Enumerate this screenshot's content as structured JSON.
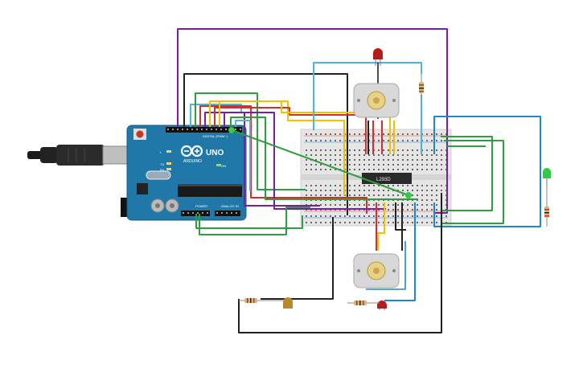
{
  "board": {
    "logo": "ARDUINO",
    "model": "UNO",
    "label_digital": "DIGITAL (PWM~)",
    "label_power": "POWER",
    "label_analog": "ANALOG IN",
    "label_tx": "TX",
    "label_rx": "RX",
    "label_l": "L",
    "label_on": "ON"
  },
  "chip": {
    "label": "L293D"
  },
  "colors": {
    "purple": "#7b1fa2",
    "black": "#222222",
    "red": "#d32f2f",
    "yellow": "#f2c200",
    "green": "#2e9e3e",
    "light_blue": "#4db6d8",
    "blue": "#1e88c8",
    "board": "#1f78a8",
    "breadboard": "#e6e6e6"
  },
  "components": {
    "motors": [
      "dc-motor-top",
      "dc-motor-bottom"
    ],
    "leds": [
      "red-led-top",
      "green-led-right",
      "red-led-bottom",
      "yellow-led-bottom"
    ],
    "resistors": 4
  }
}
